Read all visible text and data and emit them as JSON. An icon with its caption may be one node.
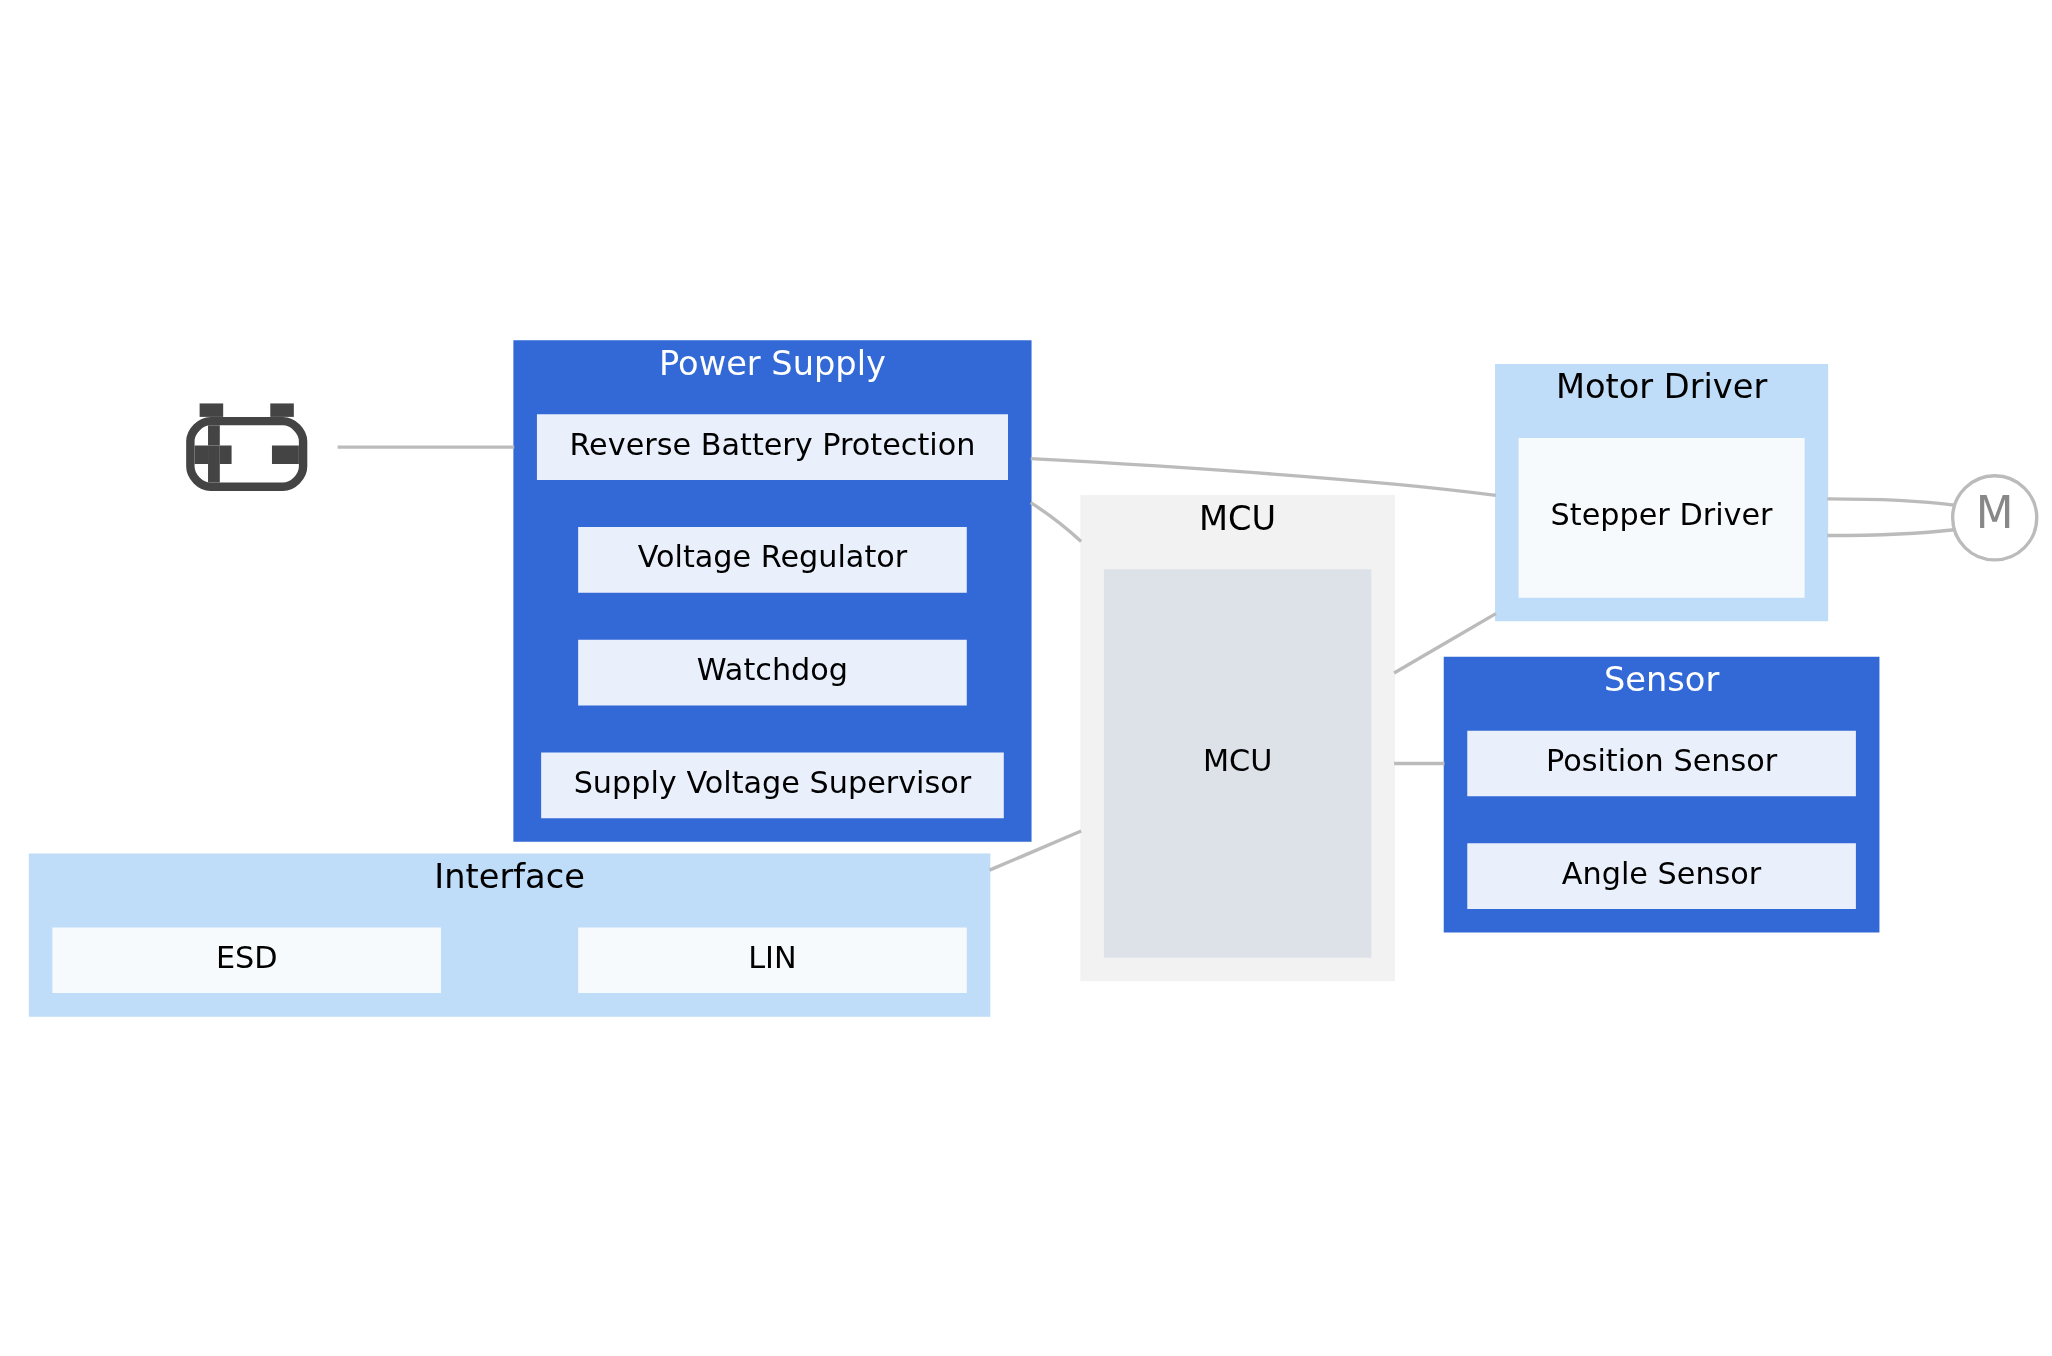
{
  "diagram": {
    "nodes": [
      {
        "text": [],
        "shape": "picture"
      },
      {
        "text": [
          "Power Supply"
        ]
      },
      {
        "text": [
          "Reverse Battery Protection"
        ],
        "in": 1
      },
      {
        "text": [
          "Voltage Regulator"
        ],
        "in": 1
      },
      {
        "text": [
          "Watchdog"
        ],
        "in": 1
      },
      {
        "text": [
          "Supply Voltage Supervisor"
        ],
        "in": 1
      },
      {
        "text": [
          "MCU"
        ]
      },
      {
        "text": [
          "MCU"
        ],
        "in": 6
      },
      {
        "text": [
          "Motor Driver"
        ]
      },
      {
        "text": [
          "Stepper Driver"
        ],
        "in": 8
      },
      {
        "text": [
          "M"
        ]
      },
      {
        "text": [
          "Interface"
        ]
      },
      {
        "text": [
          "ESD"
        ],
        "in": 11
      },
      {
        "text": [
          "LIN"
        ],
        "in": 11
      },
      {
        "text": [
          "Sensor"
        ]
      },
      {
        "text": [
          "Position Sensor"
        ],
        "in": 14
      },
      {
        "text": [
          "Angle Sensor"
        ],
        "in": 14
      }
    ],
    "edges": [
      {
        "from": 0,
        "to": 1,
        "arrow": "none"
      },
      {
        "from": 1,
        "to": 6,
        "arrow": "none"
      },
      {
        "from": 1,
        "to": 8,
        "arrow": "none"
      },
      {
        "from": 6,
        "to": 8,
        "arrow": "none"
      },
      {
        "from": 8,
        "to": 10,
        "arrow": "none"
      },
      {
        "from": 10,
        "to": 8,
        "arrow": "none"
      },
      {
        "from": 11,
        "to": 6,
        "arrow": "none"
      },
      {
        "from": 6,
        "to": 14,
        "arrow": "none"
      }
    ]
  }
}
